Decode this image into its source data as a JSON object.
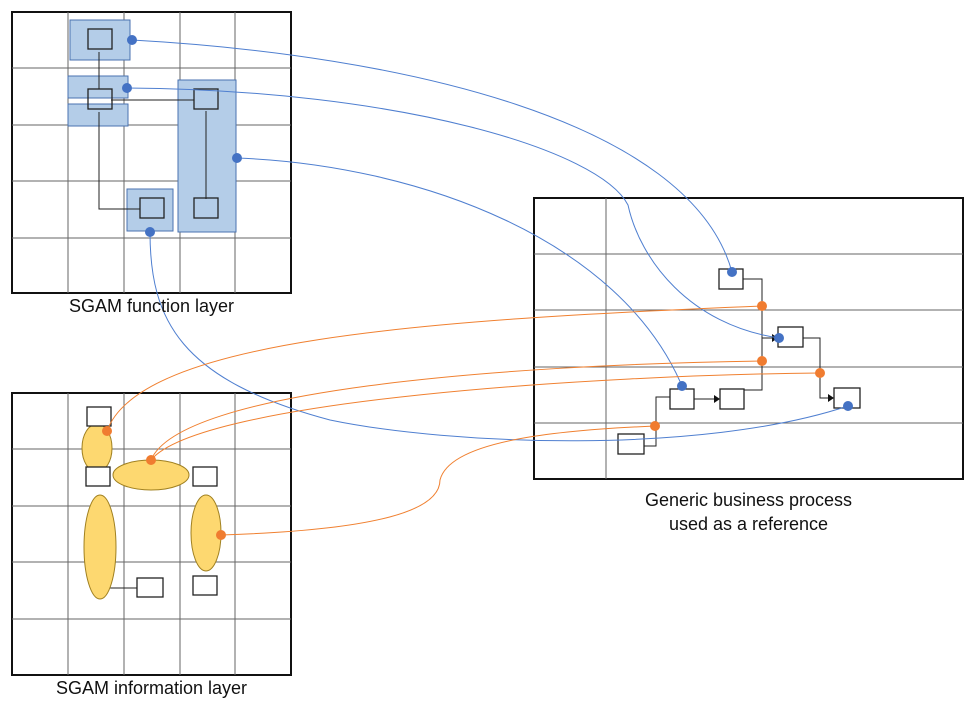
{
  "captions": {
    "function_layer": "SGAM function layer",
    "information_layer": "SGAM information layer",
    "process_line1": "Generic business process",
    "process_line2": "used as a reference"
  },
  "colors": {
    "blue_fill": "#b4cde8",
    "blue_stroke": "#4a72b0",
    "blue_line": "#4f7fd0",
    "orange_line": "#f08030",
    "orange_dot": "#f07c30",
    "yellow_fill": "#fdd870",
    "yellow_stroke": "#a08020",
    "grid": "#555555",
    "frame": "#111111"
  }
}
